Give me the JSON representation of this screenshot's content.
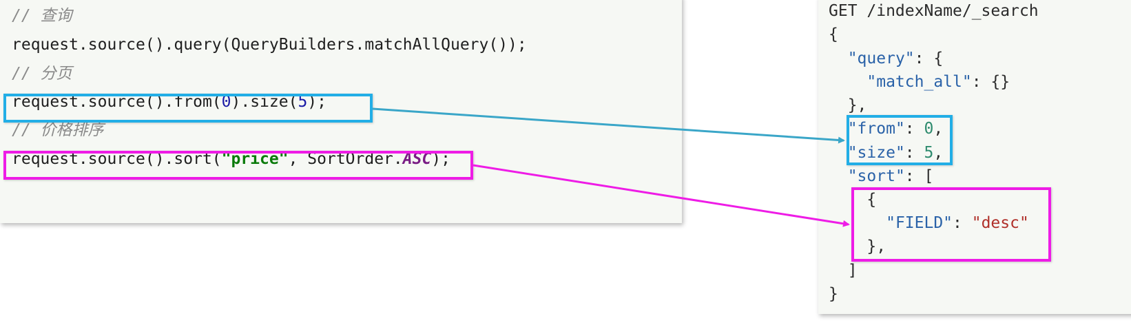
{
  "java_code": {
    "comment_query": "// 查询",
    "line_query": "request.source().query(QueryBuilders.matchAllQuery());",
    "comment_paging": "// 分页",
    "paging": {
      "prefix": "request.source().from(",
      "from_value": "0",
      "middle": ").size(",
      "size_value": "5",
      "suffix": ");"
    },
    "comment_sort": "// 价格排序",
    "sort": {
      "prefix": "request.source().sort(",
      "field_literal": "\"price\"",
      "middle": ", SortOrder.",
      "order_const": "ASC",
      "suffix": ");"
    }
  },
  "dsl_code": {
    "request_line": "GET /indexName/_search",
    "open_brace": "{",
    "query_key": "\"query\"",
    "query_open": ": {",
    "match_all_key": "\"match_all\"",
    "match_all_value": ": {}",
    "query_close": "},",
    "from_key": "\"from\"",
    "from_value": "0",
    "size_key": "\"size\"",
    "size_value": "5",
    "sort_key": "\"sort\"",
    "sort_open": ": [",
    "sort_obj_open": "{",
    "field_key": "\"FIELD\"",
    "field_value": "\"desc\"",
    "sort_obj_close": "},",
    "sort_close": "]",
    "close_brace": "}"
  },
  "colors": {
    "paging_highlight": "#22aee6",
    "sort_highlight": "#ee1ce6",
    "paging_arrow": "#3aa6c8",
    "sort_arrow": "#ee1ce6"
  }
}
